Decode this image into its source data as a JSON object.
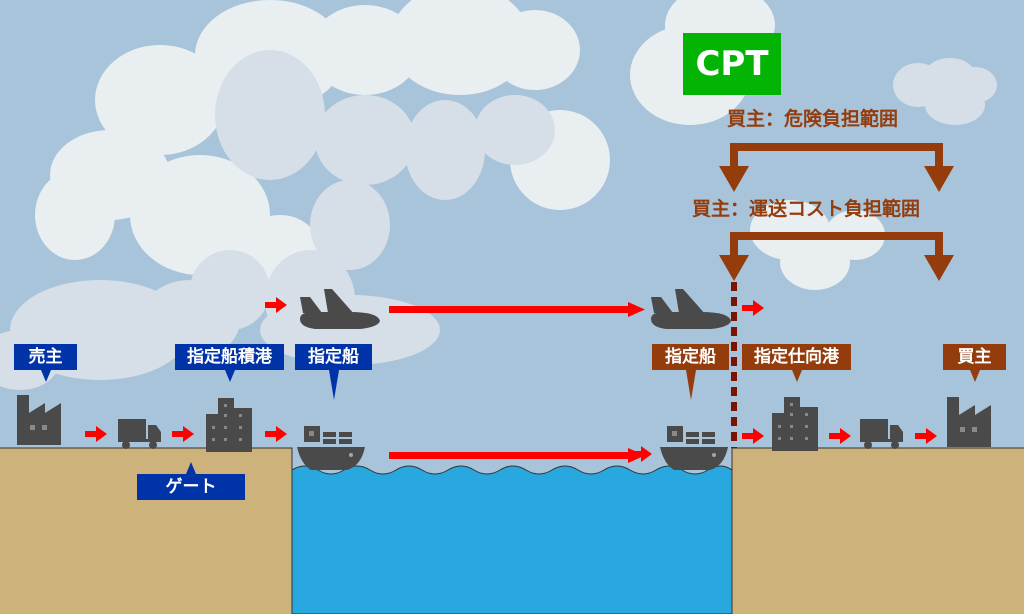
{
  "title_badge": {
    "text": "CPT",
    "color": "#04b404"
  },
  "ranges": {
    "risk": "買主：危険負担範囲",
    "cost": "買主：運送コスト負担範囲"
  },
  "labels": {
    "seller": "売主",
    "loading_port": "指定船積港",
    "vessel_origin": "指定船",
    "gate": "ゲート",
    "vessel_dest": "指定船",
    "dest_port": "指定仕向港",
    "buyer": "買主"
  },
  "colors": {
    "sky": "#a7c4da",
    "cloud_light": "#e9eef1",
    "cloud_mid": "#d6dfe7",
    "land": "#cdb27b",
    "sea": "#29a8e0",
    "seller_side": "#0033a8",
    "buyer_side": "#943c0c",
    "flow_arrow": "#ff0000",
    "icon": "#4a4a4a",
    "transfer_line": "#7a1400"
  }
}
